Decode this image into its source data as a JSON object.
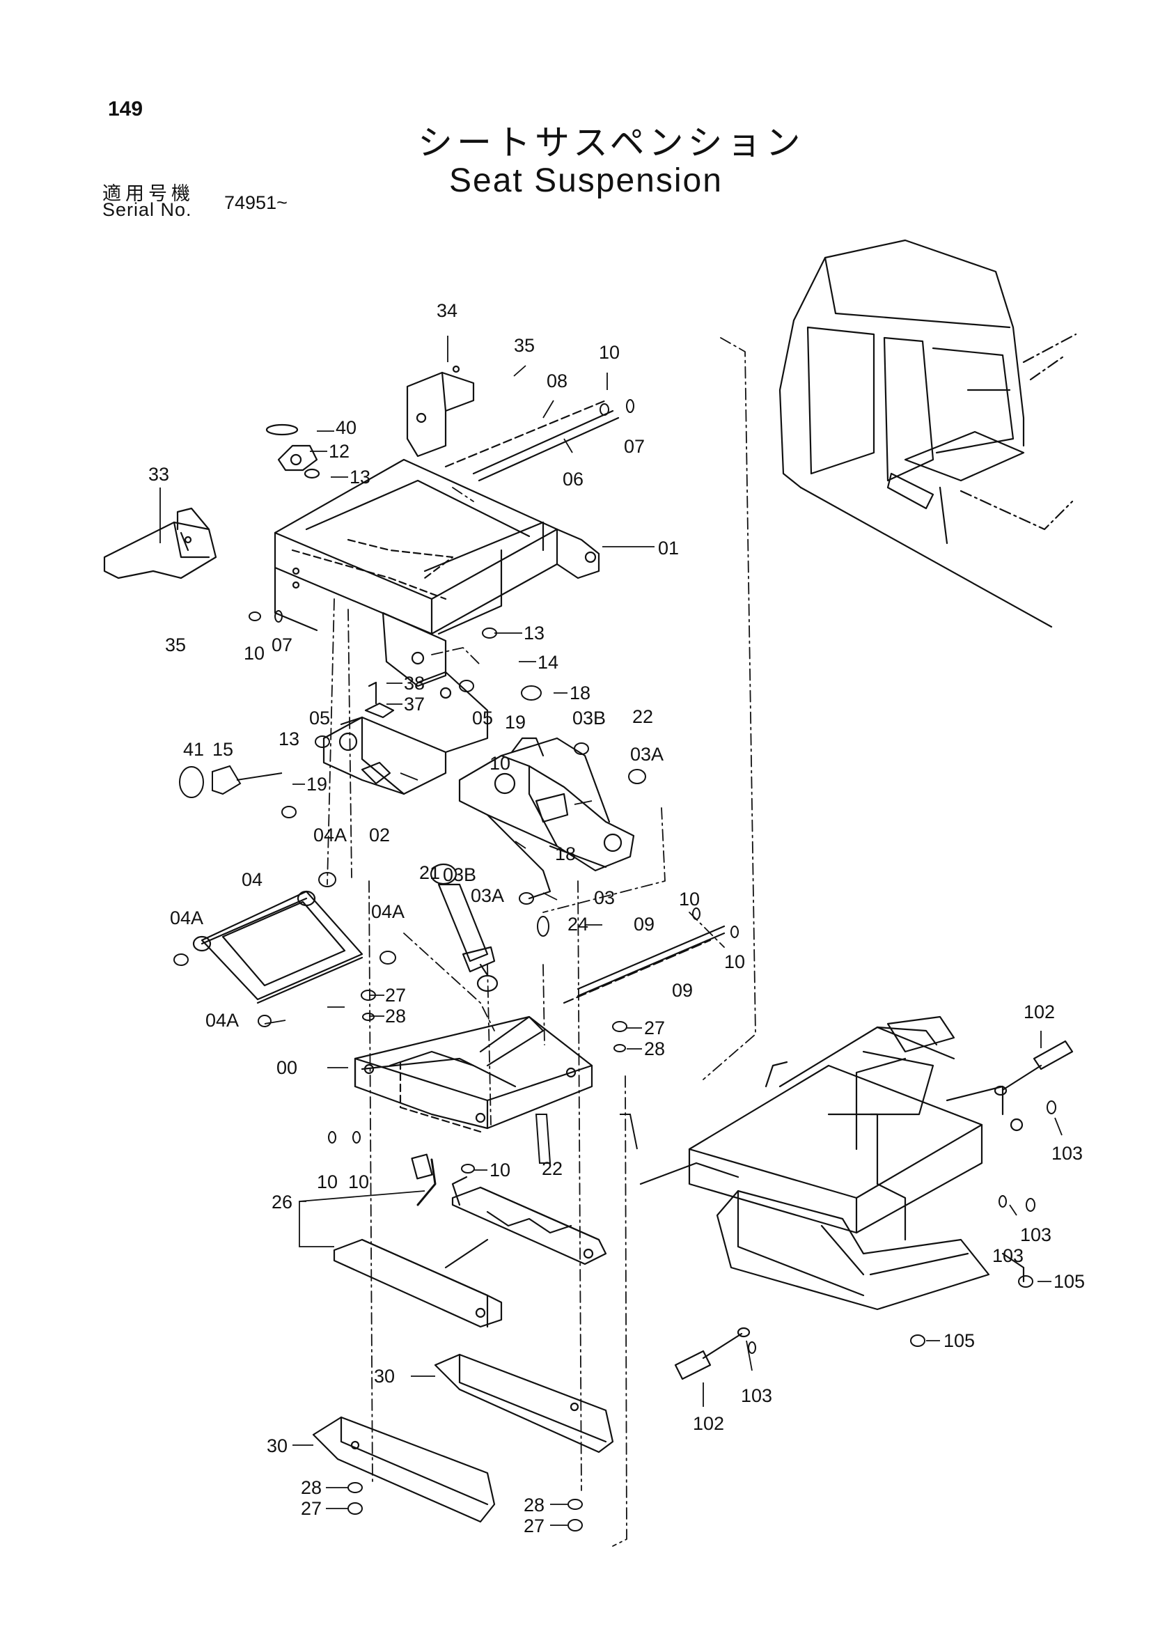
{
  "header": {
    "page_number": "149",
    "title_jp": "シートサスペンション",
    "title_en": "Seat Suspension",
    "serial_label_jp": "適用号機",
    "serial_label_en": "Serial No.",
    "serial_value": "74951~"
  },
  "callouts": {
    "c00": "00",
    "c01": "01",
    "c02": "02",
    "c03": "03",
    "c03a_1": "03A",
    "c03a_2": "03A",
    "c03b_1": "03B",
    "c03b_2": "03B",
    "c04": "04",
    "c04a_1": "04A",
    "c04a_2": "04A",
    "c04a_3": "04A",
    "c04a_4": "04A",
    "c05_1": "05",
    "c05_2": "05",
    "c06": "06",
    "c07_1": "07",
    "c07_2": "07",
    "c08": "08",
    "c09_1": "09",
    "c09_2": "09",
    "c10_1": "10",
    "c10_2": "10",
    "c10_3": "10",
    "c10_4": "10",
    "c10_5": "10",
    "c10_6": "10",
    "c10_7": "10",
    "c10_8": "10",
    "c12": "12",
    "c13_1": "13",
    "c13_2": "13",
    "c13_3": "13",
    "c14": "14",
    "c15": "15",
    "c18_1": "18",
    "c18_2": "18",
    "c19_1": "19",
    "c19_2": "19",
    "c21": "21",
    "c22_1": "22",
    "c22_2": "22",
    "c24": "24",
    "c26": "26",
    "c27_1": "27",
    "c27_2": "27",
    "c27_3": "27",
    "c27_4": "27",
    "c28_1": "28",
    "c28_2": "28",
    "c28_3": "28",
    "c28_4": "28",
    "c30_1": "30",
    "c30_2": "30",
    "c33": "33",
    "c34": "34",
    "c35_1": "35",
    "c35_2": "35",
    "c37": "37",
    "c38": "38",
    "c40": "40",
    "c41": "41",
    "c102_1": "102",
    "c102_2": "102",
    "c103_1": "103",
    "c103_2": "103",
    "c103_3": "103",
    "c103_4": "103",
    "c105_1": "105",
    "c105_2": "105"
  }
}
